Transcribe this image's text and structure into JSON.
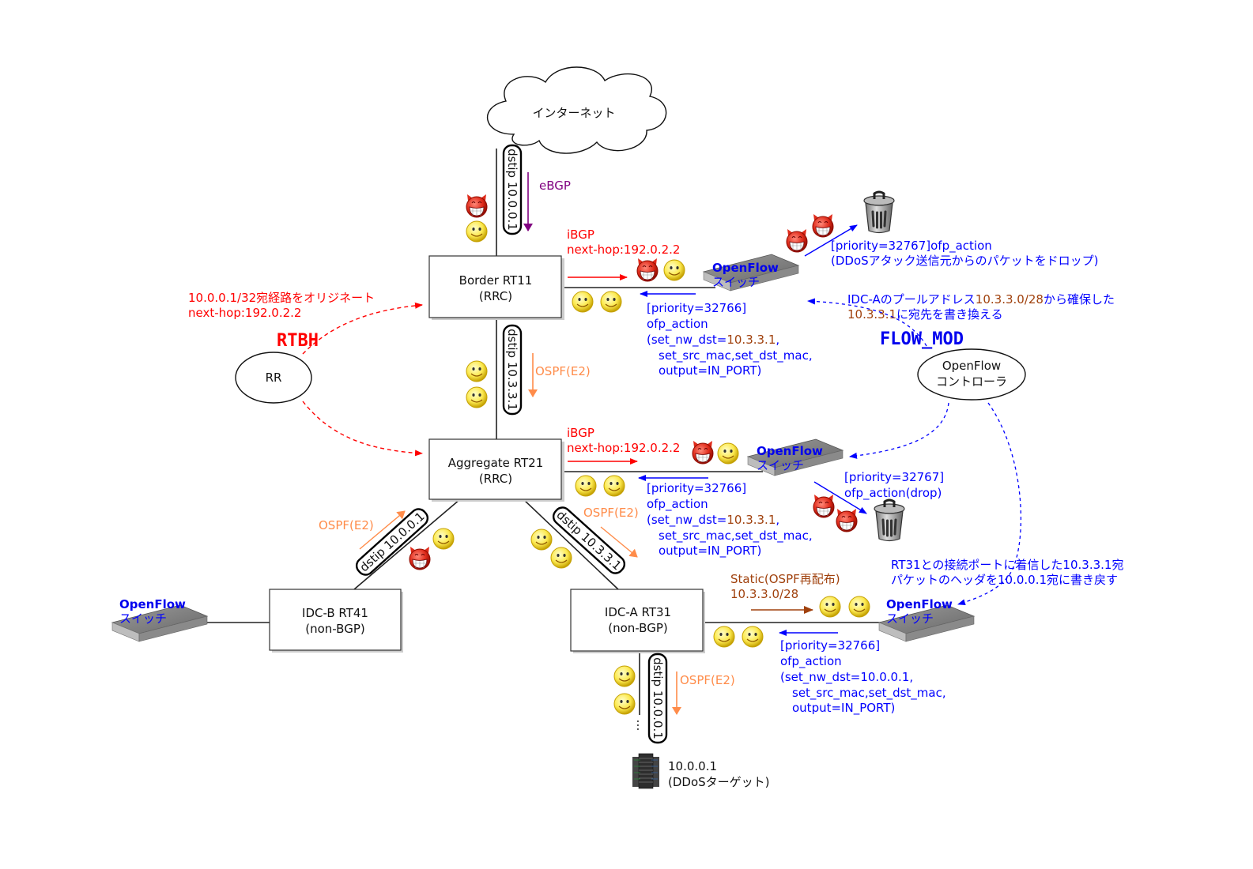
{
  "internet": {
    "label": "インターネット"
  },
  "routers": {
    "border": {
      "name": "Border RT11",
      "role": "(RRC)"
    },
    "aggregate": {
      "name": "Aggregate RT21",
      "role": "(RRC)"
    },
    "idc_b": {
      "name": "IDC-B RT41",
      "role": "(non-BGP)"
    },
    "idc_a": {
      "name": "IDC-A RT31",
      "role": "(non-BGP)"
    }
  },
  "rr": {
    "label": "RR",
    "rtbh": "RTBH",
    "originate_line1": "10.0.0.1/32宛経路をオリジネート",
    "originate_line2": "next-hop:192.0.2.2"
  },
  "controller": {
    "line1": "OpenFlow",
    "line2": "コントローラ",
    "flow_mod": "FLOW_MOD",
    "rewrite_line1_a": "IDC-Aのプールアドレス",
    "rewrite_line1_b": "10.3.3.0/28",
    "rewrite_line1_c": "から確保した",
    "rewrite_line2_a": "10.3.3.1",
    "rewrite_line2_b": "に宛先を書き換える",
    "restore_line1": "RT31との接続ポートに着信した10.3.3.1宛",
    "restore_line2": "パケットのヘッダを10.0.0.1宛に書き戻す"
  },
  "switch": {
    "line1": "OpenFlow",
    "line2": "スイッチ"
  },
  "links": {
    "internet_border": {
      "pill": "dstip 10.0.0.1",
      "protocol": "eBGP"
    },
    "border_aggregate": {
      "pill": "dstip 10.3.3.1",
      "protocol": "OSPF(E2)"
    },
    "aggregate_idcb": {
      "pill": "dstip 10.0.0.1",
      "protocol": "OSPF(E2)"
    },
    "aggregate_idca": {
      "pill": "dstip 10.3.3.1",
      "protocol": "OSPF(E2)"
    },
    "idca_target": {
      "pill": "dstip 10.0.0.1",
      "protocol": "OSPF(E2)",
      "ellipsis": "…"
    }
  },
  "border_switch": {
    "ibgp": "iBGP",
    "nexthop": "next-hop:192.0.2.2",
    "drop_line1": "[priority=32767]ofp_action",
    "drop_line2": "(DDoSアタック送信元からのパケットをドロップ)",
    "rewrite": [
      "[priority=32766]",
      "ofp_action",
      "(set_nw_dst=",
      "10.3.3.1",
      ",",
      "set_src_mac,set_dst_mac,",
      "output=IN_PORT)"
    ]
  },
  "aggregate_switch": {
    "ibgp": "iBGP",
    "nexthop": "next-hop:192.0.2.2",
    "drop_line1": "[priority=32767]",
    "drop_line2": "ofp_action(drop)",
    "rewrite": [
      "[priority=32766]",
      "ofp_action",
      "(set_nw_dst=",
      "10.3.3.1",
      ",",
      "set_src_mac,set_dst_mac,",
      "output=IN_PORT)"
    ]
  },
  "idca_switch": {
    "static_line1": "Static(OSPF再配布)",
    "static_line2": "10.3.3.0/28",
    "rewrite": [
      "[priority=32766]",
      "ofp_action",
      "(set_nw_dst=10.0.0.1,",
      "set_src_mac,set_dst_mac,",
      "output=IN_PORT)"
    ]
  },
  "target": {
    "ip": "10.0.0.1",
    "label": "(DDoSターゲット)"
  },
  "icons": {
    "attacker": "devil-face-icon",
    "user": "smiley-face-icon",
    "trash": "trash-can-icon",
    "server": "server-rack-icon"
  },
  "colors": {
    "red": "#ff0000",
    "blue": "#0000ff",
    "brown": "#a0410d",
    "orange": "#ff8c4a",
    "purple": "#800080"
  }
}
